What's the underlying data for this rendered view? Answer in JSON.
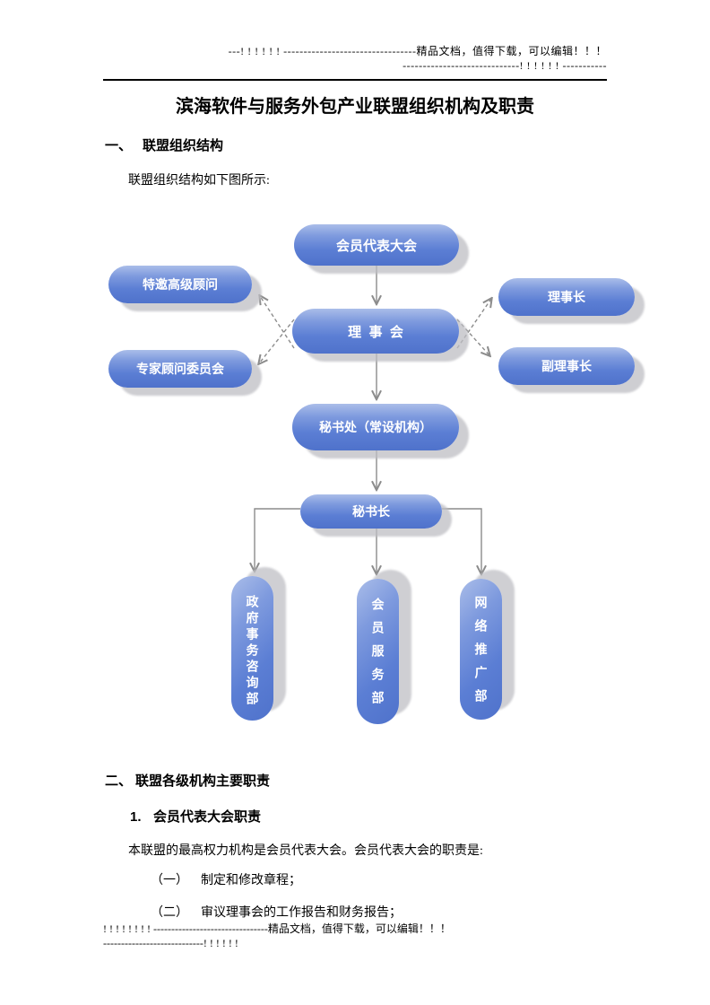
{
  "header": {
    "line1": "---! ! ! ! ! ! ---------------------------------精品文档，值得下载，可以编辑！！！",
    "line2": "-----------------------------! ! ! ! ! ! -----------"
  },
  "title": "滨海软件与服务外包产业联盟组织机构及职责",
  "section1": {
    "number": "一、",
    "heading": "联盟组织结构",
    "intro": "联盟组织结构如下图所示:"
  },
  "diagram": {
    "nodes": {
      "members_congress": "会员代表大会",
      "senior_advisors": "特邀高级顾问",
      "expert_committee": "专家顾问委员会",
      "council": "理  事  会",
      "chairman": "理事长",
      "vice_chairman": "副理事长",
      "secretariat": "秘书处（常设机构）",
      "secretary_general": "秘书长",
      "gov_affairs_dept": "政府事务咨询部",
      "member_service_dept": "会员服务部",
      "network_promotion_dept": "网络推广部"
    },
    "colors": {
      "node_blue": "#5b7ed4",
      "node_blue_light": "#aabde9",
      "node_blue_dark": "#4f72cb",
      "shadow_gray": "#c8c8cd",
      "connector_gray": "#8c8c8c"
    }
  },
  "section2": {
    "number": "二、",
    "heading": "联盟各级机构主要职责",
    "sub1": {
      "number": "1.",
      "heading": "会员代表大会职责"
    },
    "paragraph": "本联盟的最高权力机构是会员代表大会。会员代表大会的职责是:",
    "items": [
      {
        "marker": "（一）",
        "text": "制定和修改章程；"
      },
      {
        "marker": "（二）",
        "text": "审议理事会的工作报告和财务报告；"
      }
    ]
  },
  "footer": {
    "line1": "! ! ! ! ! ! ! ! --------------------------------精品文档，值得下载，可以编辑！！！",
    "line2": "----------------------------! ! ! ! ! !"
  }
}
